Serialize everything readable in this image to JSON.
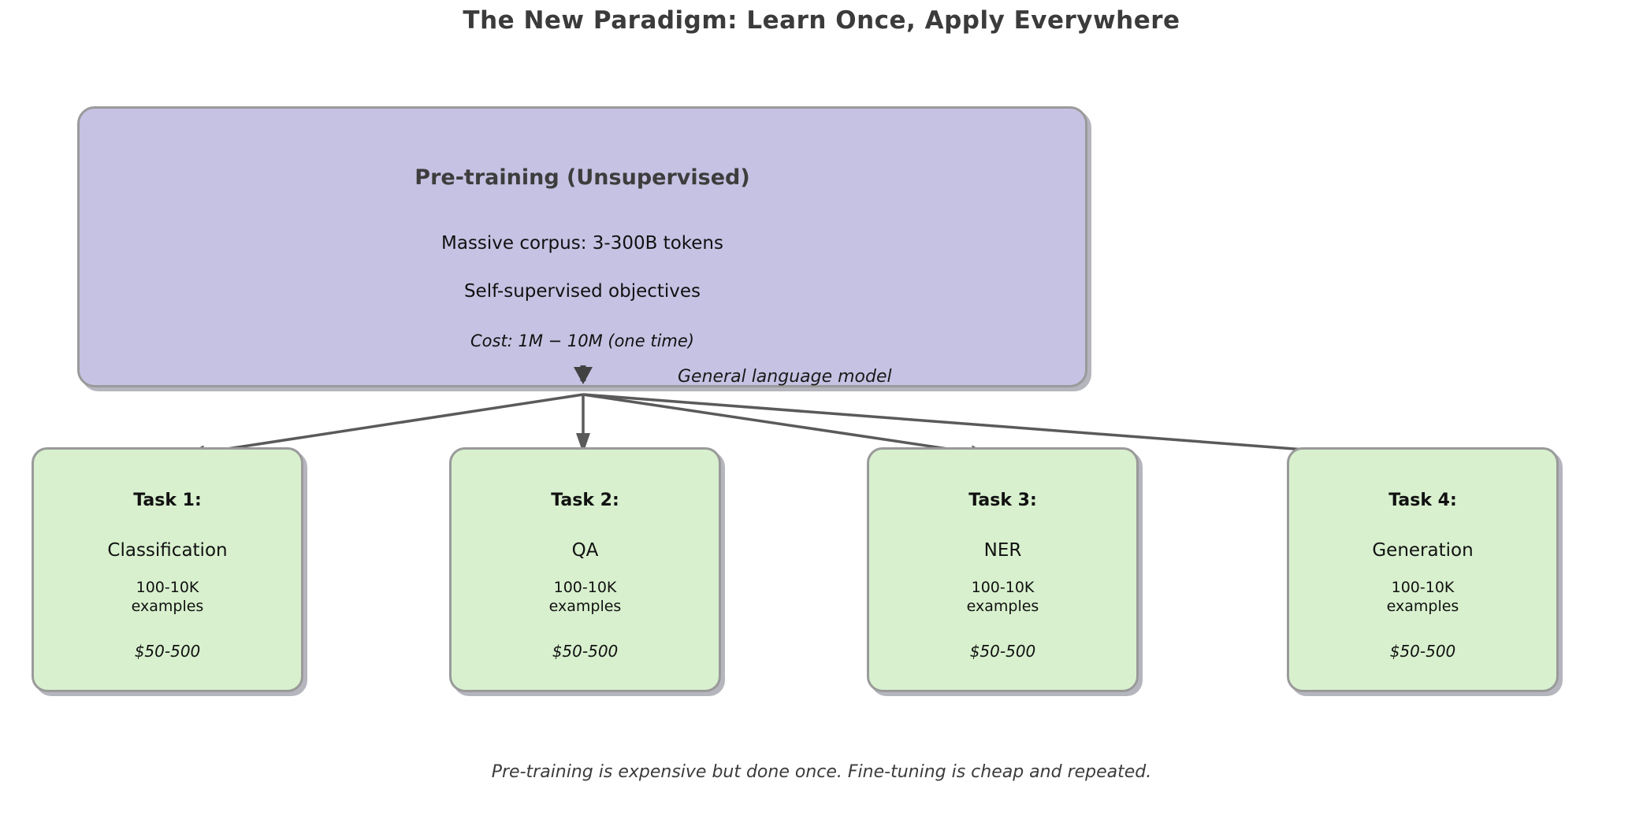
{
  "title": "The New Paradigm: Learn Once, Apply Everywhere",
  "pretraining": {
    "heading": "Pre-training (Unsupervised)",
    "line1": "Massive corpus: 3-300B tokens",
    "line2": "Self-supervised objectives",
    "cost": "Cost: 1M − 10M (one time)",
    "output_label": "General language model"
  },
  "tasks": [
    {
      "label": "Task 1:",
      "name": "Classification",
      "examples_line1": "100-10K",
      "examples_line2": "examples",
      "cost": "$50-500"
    },
    {
      "label": "Task 2:",
      "name": "QA",
      "examples_line1": "100-10K",
      "examples_line2": "examples",
      "cost": "$50-500"
    },
    {
      "label": "Task 3:",
      "name": "NER",
      "examples_line1": "100-10K",
      "examples_line2": "examples",
      "cost": "$50-500"
    },
    {
      "label": "Task 4:",
      "name": "Generation",
      "examples_line1": "100-10K",
      "examples_line2": "examples",
      "cost": "$50-500"
    }
  ],
  "caption": "Pre-training is expensive but done once. Fine-tuning is cheap and repeated.",
  "colors": {
    "pretrain-fill": "#c6c2e3",
    "task-fill": "#d8f0ce",
    "box-border": "#9a9a9a",
    "arrow": "#5a5a5a",
    "small-arrow": "#414141",
    "ink": "#111111",
    "muted-ink": "#3b3b3b"
  }
}
